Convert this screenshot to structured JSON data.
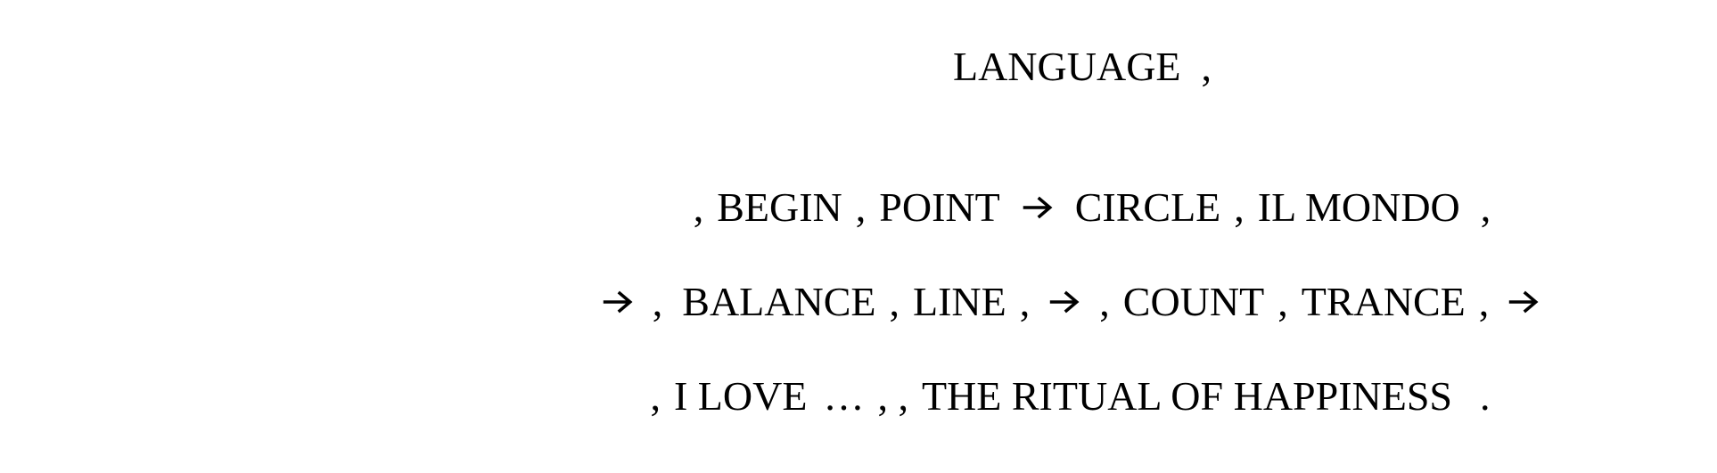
{
  "title": "LANGUAGE",
  "title_punct": ",",
  "line1": {
    "t0": ",",
    "t1": "BEGIN",
    "t2": ",",
    "t3": "POINT",
    "a1": "right-arrow",
    "t4": "CIRCLE",
    "t5": ",",
    "t6": "IL MONDO",
    "t7": ","
  },
  "line2": {
    "a0": "right-arrow",
    "t0": ",",
    "t1": "BALANCE",
    "t2": ",",
    "t3": "LINE",
    "t4": ",",
    "a1": "right-arrow",
    "t5": ",",
    "t6": "COUNT",
    "t7": ",",
    "t8": "TRANCE",
    "t9": ",",
    "a2": "right-arrow"
  },
  "line3": {
    "t0": ",",
    "t1": "I LOVE",
    "t2": "…",
    "t3": ", ,",
    "t4": "THE RITUAL OF HAPPINESS",
    "t5": "."
  },
  "colors": {
    "text": "#000000",
    "background": "#ffffff"
  }
}
